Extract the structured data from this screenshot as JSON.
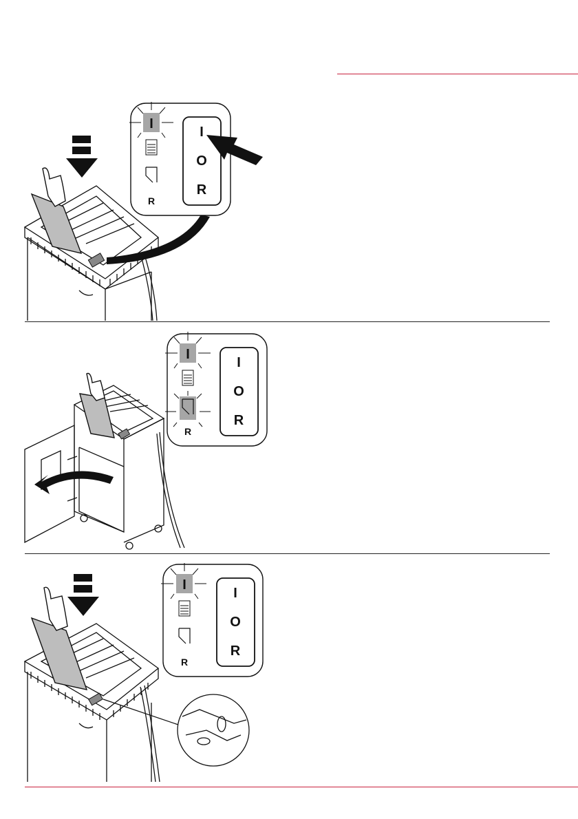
{
  "panels": [
    {
      "indicator_labels": [
        "I",
        "R"
      ],
      "switch_labels": [
        "I",
        "O",
        "R"
      ],
      "lit_indicators": [
        "power"
      ]
    },
    {
      "indicator_labels": [
        "I",
        "R"
      ],
      "switch_labels": [
        "I",
        "O",
        "R"
      ],
      "lit_indicators": [
        "power",
        "door"
      ]
    },
    {
      "indicator_labels": [
        "I",
        "R"
      ],
      "switch_labels": [
        "I",
        "O",
        "R"
      ],
      "lit_indicators": [
        "power"
      ]
    }
  ],
  "colors": {
    "accent_rule": "#c8203c",
    "lit_indicator": "#a6a6a6",
    "line": "#111111"
  }
}
